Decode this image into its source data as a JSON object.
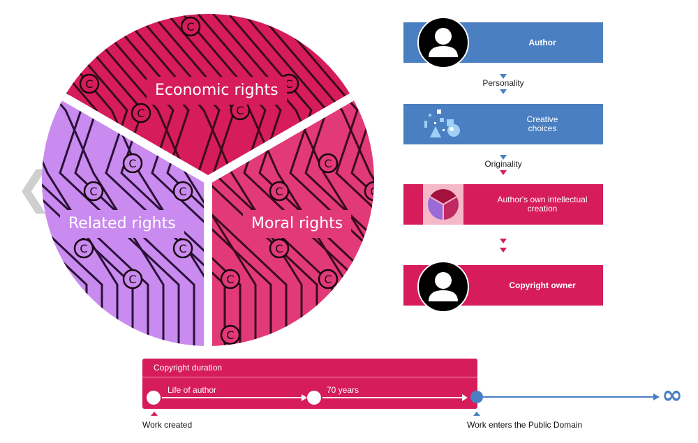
{
  "pie": {
    "segments": [
      {
        "label": "Economic rights",
        "color": "#d61c5a"
      },
      {
        "label": "Related rights",
        "color": "#c98bef"
      },
      {
        "label": "Moral rights",
        "color": "#e23a78"
      }
    ],
    "symbol": "C"
  },
  "nav": {
    "prev_glyph": "❮"
  },
  "flow": {
    "author": {
      "label": "Author",
      "color": "#4a7fc1"
    },
    "personality": "Personality",
    "creative": {
      "label_line1": "Creative",
      "label_line2": "choices",
      "color": "#4a7fc1"
    },
    "originality": "Originality",
    "intellectual": {
      "label_line1": "Author's own intellectual",
      "label_line2": "creation",
      "color": "#d61c5a"
    },
    "owner": {
      "label": "Copyright owner",
      "color": "#d61c5a"
    }
  },
  "timeline": {
    "title": "Copyright duration",
    "life_label": "Life of author",
    "years_label": "70 years",
    "start_label": "Work created",
    "end_label": "Work enters the Public Domain",
    "infinity": "∞"
  }
}
